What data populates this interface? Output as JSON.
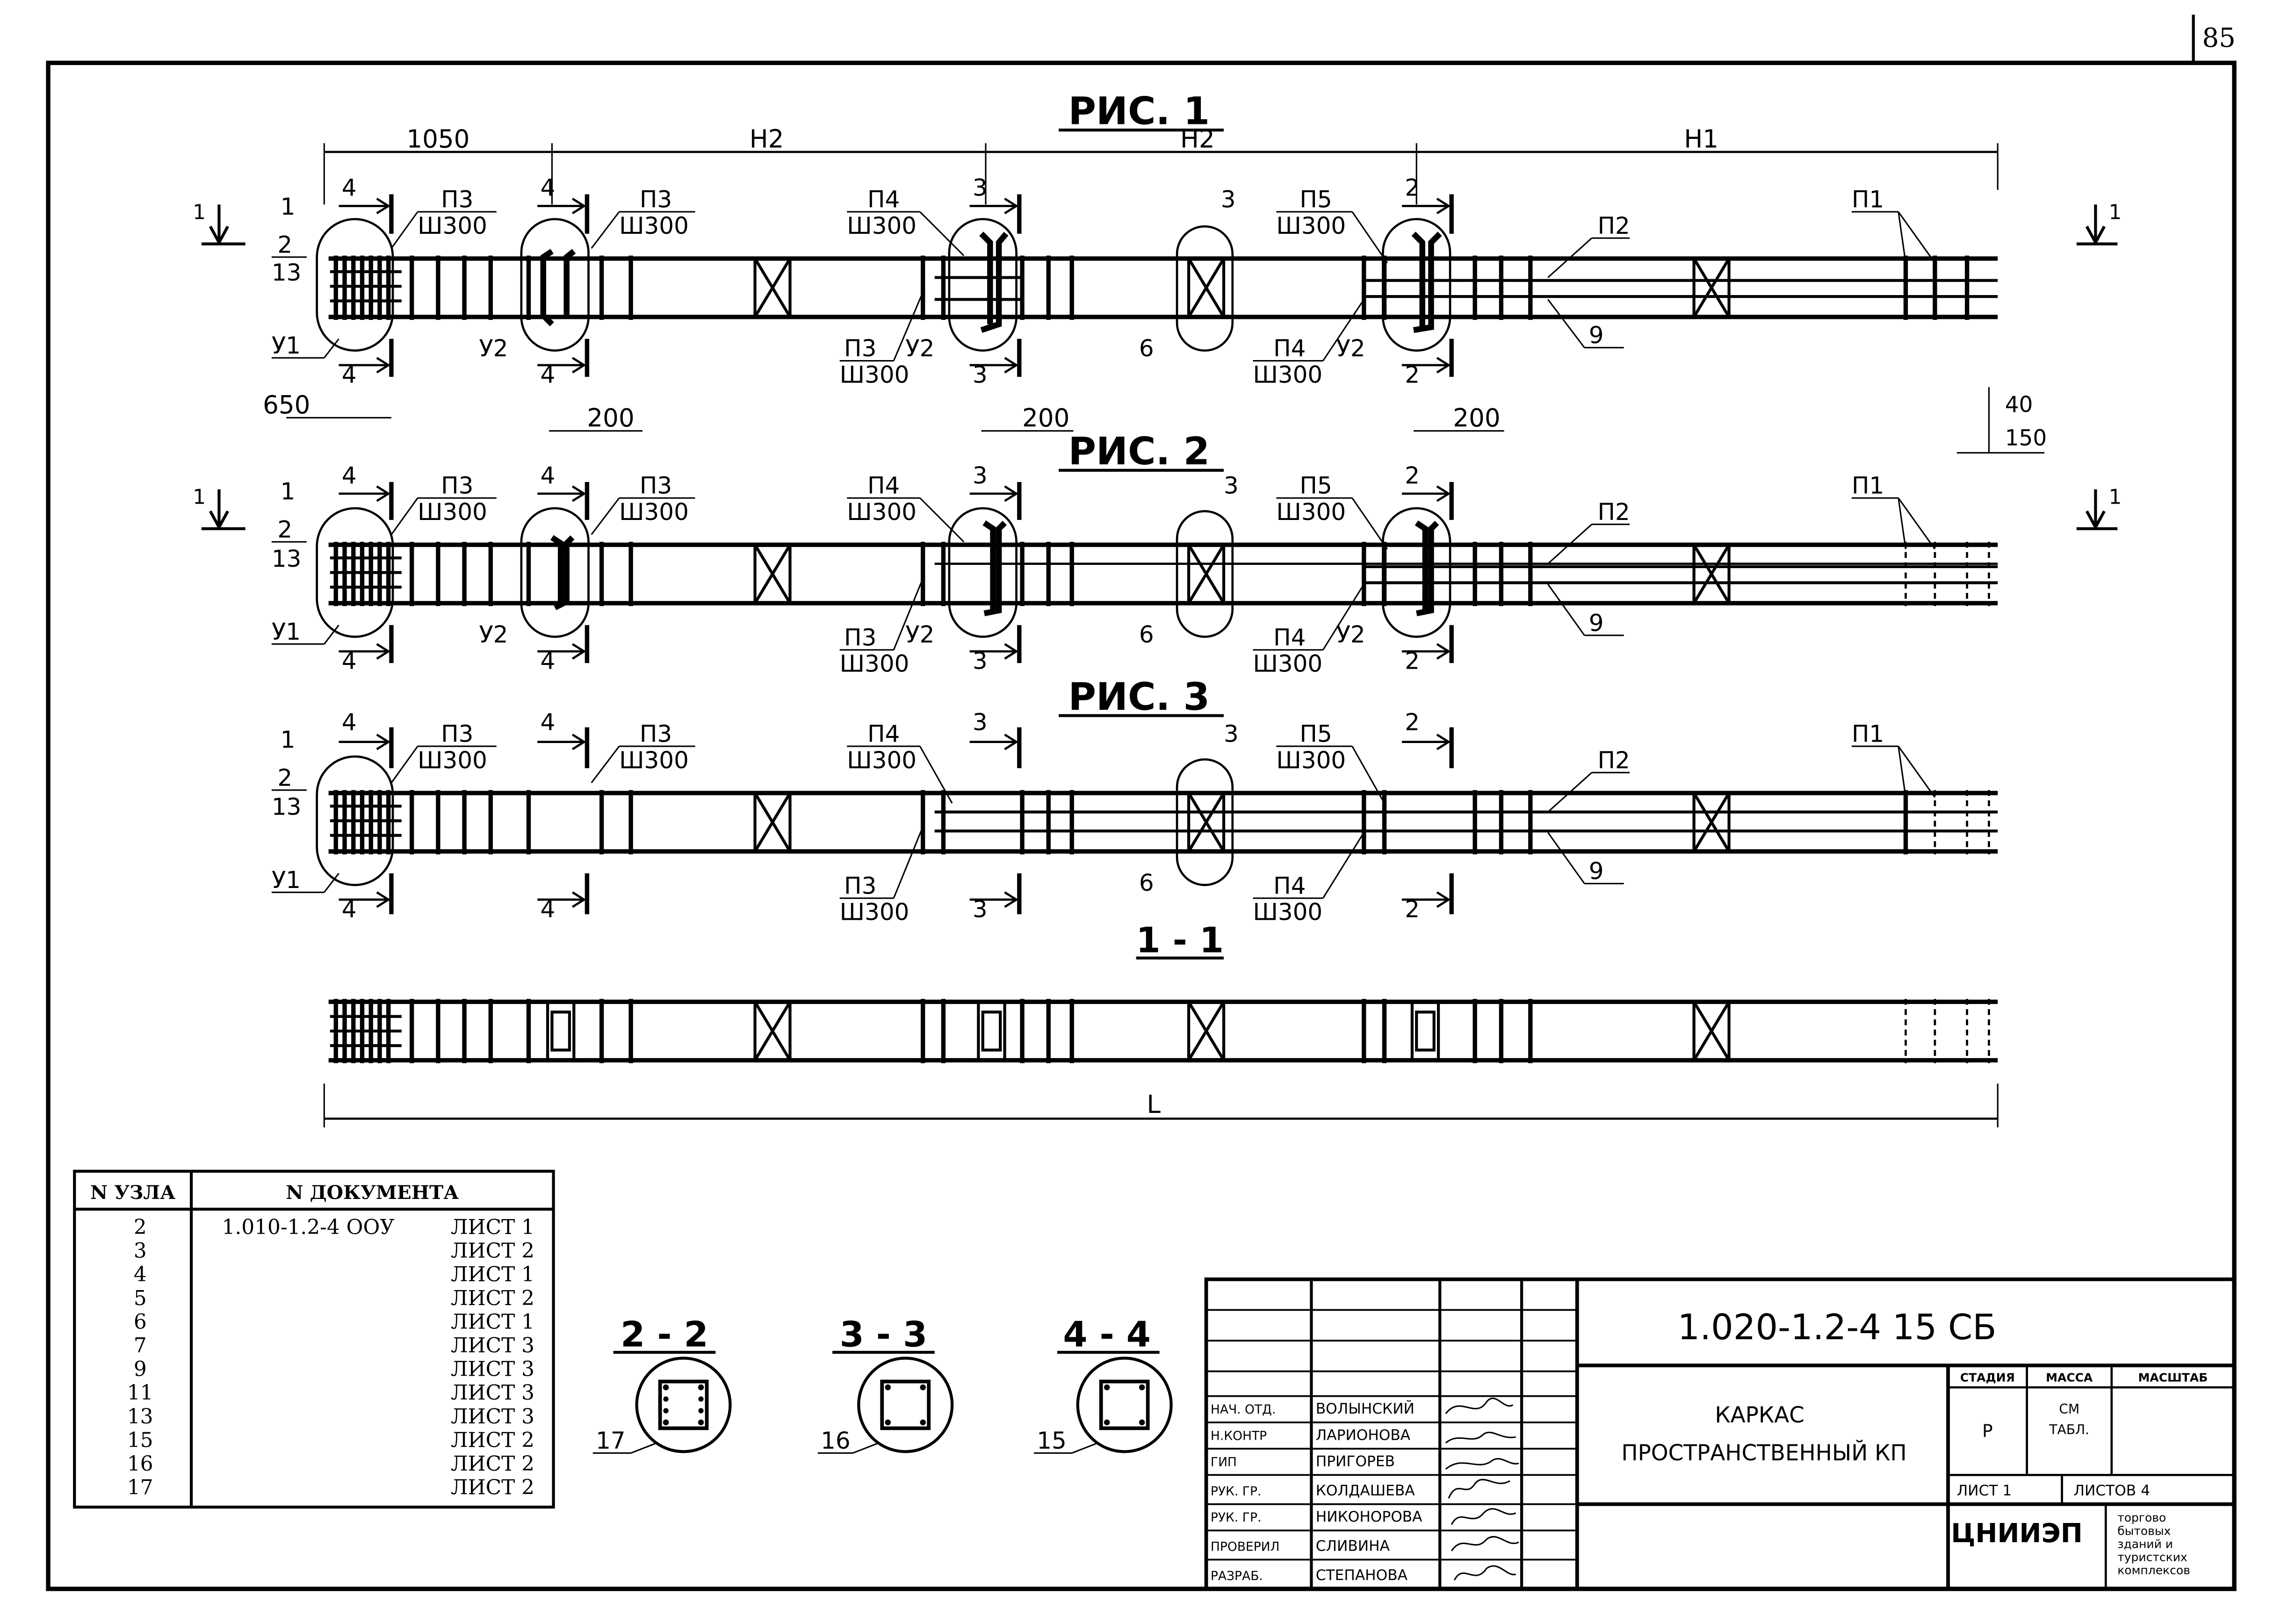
{
  "page_number": "85",
  "figures": [
    {
      "title": "РИС. 1",
      "dims": [
        "1050",
        "Н2",
        "Н2",
        "Н1"
      ],
      "sub_dims": [
        "650",
        "200",
        "200",
        "200",
        "40",
        "150"
      ],
      "node_labels": [
        "1",
        "2",
        "13",
        "У1",
        "4",
        "4",
        "4",
        "4",
        "3",
        "3",
        "2",
        "2",
        "У2",
        "У2",
        "У2",
        "6",
        "3",
        "П2",
        "9",
        "П1",
        "1",
        "1"
      ],
      "callouts": [
        {
          "p": "П3",
          "s": "Ш300"
        },
        {
          "p": "П3",
          "s": "Ш300"
        },
        {
          "p": "П4",
          "s": "Ш300"
        },
        {
          "p": "П5",
          "s": "Ш300"
        },
        {
          "p": "П3",
          "s": "Ш300"
        },
        {
          "p": "П4",
          "s": "Ш300"
        }
      ]
    },
    {
      "title": "РИС. 2",
      "node_labels": [
        "1",
        "2",
        "13",
        "У1",
        "4",
        "4",
        "4",
        "4",
        "3",
        "3",
        "2",
        "2",
        "У2",
        "У2",
        "У2",
        "6",
        "3",
        "П2",
        "9",
        "П1",
        "1",
        "1"
      ],
      "callouts": [
        {
          "p": "П3",
          "s": "Ш300"
        },
        {
          "p": "П3",
          "s": "Ш300"
        },
        {
          "p": "П4",
          "s": "Ш300"
        },
        {
          "p": "П5",
          "s": "Ш300"
        },
        {
          "p": "П3",
          "s": "Ш300"
        },
        {
          "p": "П4",
          "s": "Ш300"
        }
      ]
    },
    {
      "title": "РИС. 3",
      "node_labels": [
        "1",
        "2",
        "13",
        "У1",
        "4",
        "4",
        "4",
        "4",
        "3",
        "3",
        "2",
        "2",
        "6",
        "3",
        "П2",
        "9",
        "П1"
      ],
      "callouts": [
        {
          "p": "П3",
          "s": "Ш300"
        },
        {
          "p": "П3",
          "s": "Ш300"
        },
        {
          "p": "П4",
          "s": "Ш300"
        },
        {
          "p": "П5",
          "s": "Ш300"
        },
        {
          "p": "П3",
          "s": "Ш300"
        },
        {
          "p": "П4",
          "s": "Ш300"
        }
      ]
    }
  ],
  "section_1_1": {
    "title": "1 - 1",
    "length_label": "L"
  },
  "sections": [
    {
      "title": "2 - 2",
      "ref": "17"
    },
    {
      "title": "3 - 3",
      "ref": "16"
    },
    {
      "title": "4 - 4",
      "ref": "15"
    }
  ],
  "node_table": {
    "headers": [
      "N УЗЛА",
      "N ДОКУМЕНТА"
    ],
    "rows": [
      {
        "node": "2",
        "doc": "1.010-1.2-4 ООУ",
        "sheet": "ЛИСТ 1"
      },
      {
        "node": "3",
        "doc": "",
        "sheet": "ЛИСТ 2"
      },
      {
        "node": "4",
        "doc": "",
        "sheet": "ЛИСТ 1"
      },
      {
        "node": "5",
        "doc": "",
        "sheet": "ЛИСТ 2"
      },
      {
        "node": "6",
        "doc": "",
        "sheet": "ЛИСТ 1"
      },
      {
        "node": "7",
        "doc": "",
        "sheet": "ЛИСТ 3"
      },
      {
        "node": "9",
        "doc": "",
        "sheet": "ЛИСТ 3"
      },
      {
        "node": "11",
        "doc": "",
        "sheet": "ЛИСТ 3"
      },
      {
        "node": "13",
        "doc": "",
        "sheet": "ЛИСТ 3"
      },
      {
        "node": "15",
        "doc": "",
        "sheet": "ЛИСТ 2"
      },
      {
        "node": "16",
        "doc": "",
        "sheet": "ЛИСТ 2"
      },
      {
        "node": "17",
        "doc": "",
        "sheet": "ЛИСТ 2"
      }
    ]
  },
  "title_block": {
    "code": "1.020-1.2-4 15 СБ",
    "name_line1": "КАРКАС",
    "name_line2": "ПРОСТРАНСТВЕННЫЙ КП",
    "stage_label": "СТАДИЯ",
    "mass_label": "МАССА",
    "scale_label": "МАСШТАБ",
    "stage_value": "Р",
    "mass_value_1": "СМ",
    "mass_value_2": "ТАБЛ.",
    "sheet_label": "ЛИСТ 1",
    "sheets_label": "ЛИСТОВ 4",
    "org": "ЦНИИЭП",
    "org_desc": [
      "торгово",
      "бытовых",
      "зданий и",
      "туристских",
      "комплексов"
    ],
    "people": [
      {
        "role": "НАЧ. ОТД.",
        "name": "ВОЛЫНСКИЙ"
      },
      {
        "role": "Н.КОНТР",
        "name": "ЛАРИОНОВА"
      },
      {
        "role": "ГИП",
        "name": "ПРИГОРЕВ"
      },
      {
        "role": "РУК. ГР.",
        "name": "КОЛДАШЕВА"
      },
      {
        "role": "РУК. ГР.",
        "name": "НИКОНОРОВА"
      },
      {
        "role": "ПРОВЕРИЛ",
        "name": "СЛИВИНА"
      },
      {
        "role": "РАЗРАБ.",
        "name": "СТЕПАНОВА"
      }
    ]
  }
}
